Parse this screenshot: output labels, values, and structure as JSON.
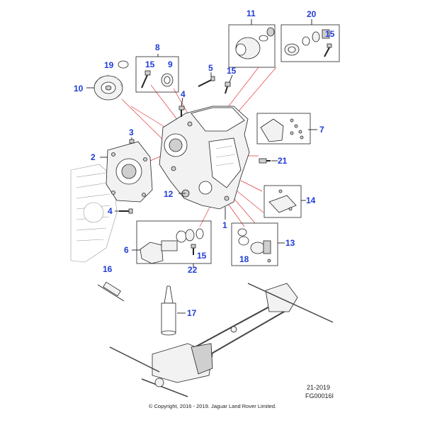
{
  "callouts": {
    "c1": "1",
    "c2": "2",
    "c3": "3",
    "c4a": "4",
    "c4b": "4",
    "c5": "5",
    "c6": "6",
    "c7": "7",
    "c8": "8",
    "c9": "9",
    "c10": "10",
    "c11": "11",
    "c12": "12",
    "c13": "13",
    "c14": "14",
    "c15a": "15",
    "c15b": "15",
    "c15c": "15",
    "c15d": "15",
    "c16": "16",
    "c17": "17",
    "c18": "18",
    "c19": "19",
    "c20": "20",
    "c21": "21",
    "c22": "22"
  },
  "footer": {
    "date_code": "21-2019",
    "figure_id": "FG00016I",
    "copyright": "© Copyright, 2016 - 2019. Jaguar Land Rover Limited."
  },
  "colors": {
    "callout": "#1f3bd8",
    "leader_red": "#e23a3a"
  }
}
